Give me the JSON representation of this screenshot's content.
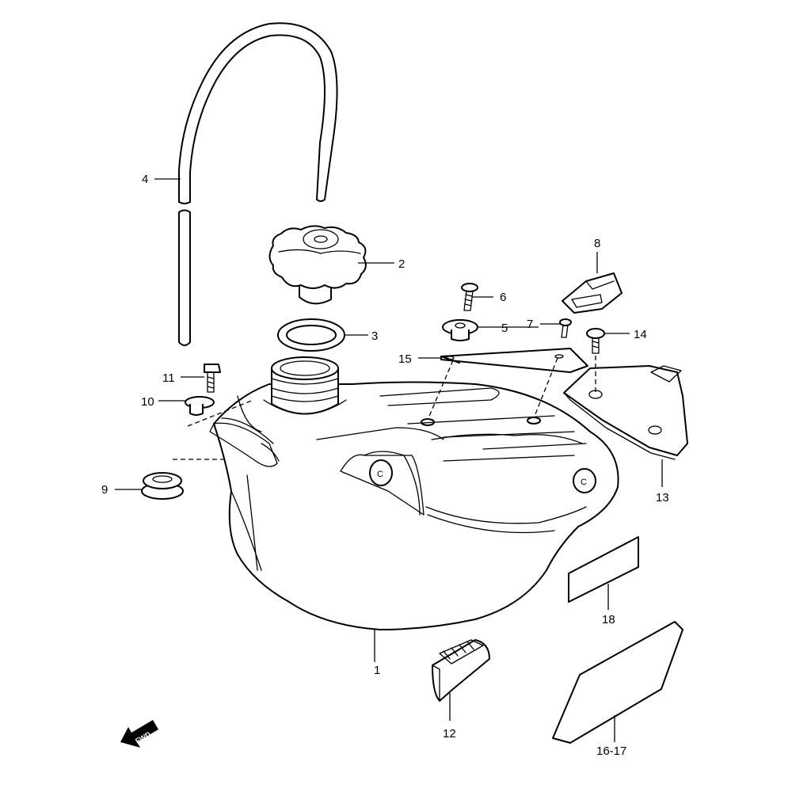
{
  "callouts": [
    {
      "id": "1",
      "label": "1"
    },
    {
      "id": "2",
      "label": "2"
    },
    {
      "id": "3",
      "label": "3"
    },
    {
      "id": "4",
      "label": "4"
    },
    {
      "id": "5",
      "label": "5"
    },
    {
      "id": "6",
      "label": "6"
    },
    {
      "id": "7",
      "label": "7"
    },
    {
      "id": "8",
      "label": "8"
    },
    {
      "id": "9",
      "label": "9"
    },
    {
      "id": "10",
      "label": "10"
    },
    {
      "id": "11",
      "label": "11"
    },
    {
      "id": "12",
      "label": "12"
    },
    {
      "id": "13",
      "label": "13"
    },
    {
      "id": "14",
      "label": "14"
    },
    {
      "id": "15",
      "label": "15"
    },
    {
      "id": "16-17",
      "label": "16-17"
    },
    {
      "id": "18",
      "label": "18"
    }
  ],
  "direction_arrow": {
    "label": "FWD",
    "icon": "fwd-arrow-icon"
  },
  "tank_markings": [
    "C",
    "C"
  ]
}
